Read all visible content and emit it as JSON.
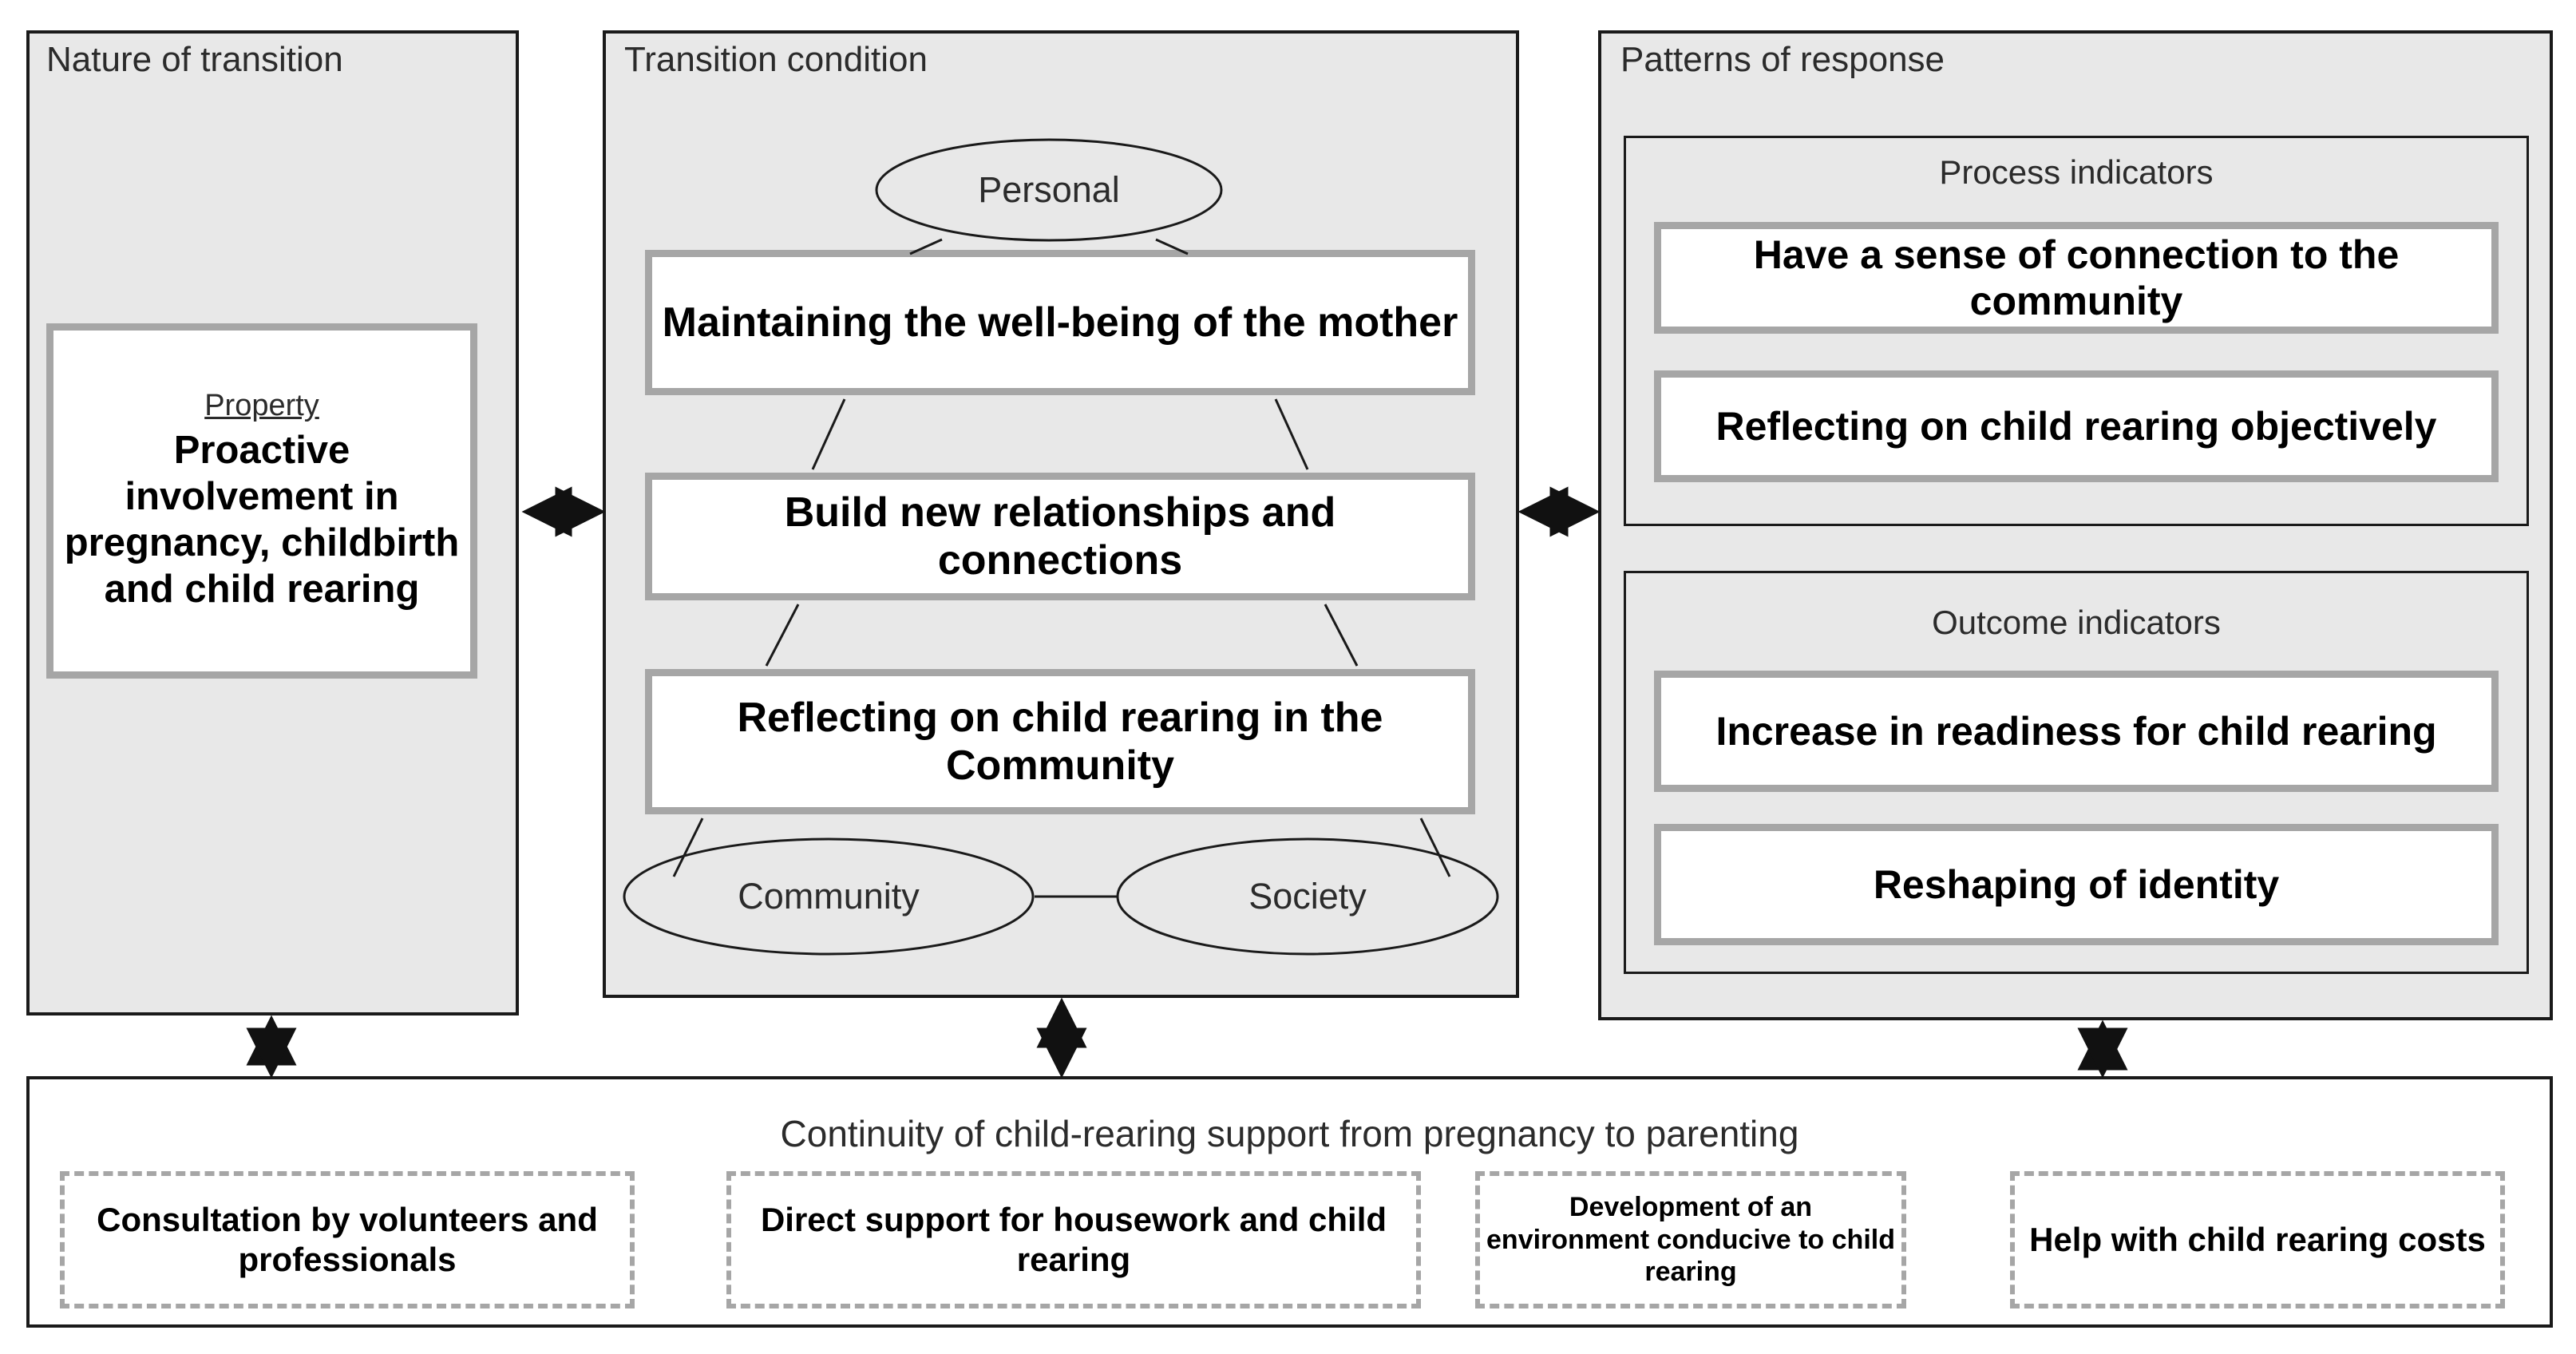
{
  "panels": {
    "nature": {
      "title": "Nature of transition",
      "property_label": "Property",
      "property_text": "Proactive involvement in pregnancy, childbirth and child rearing"
    },
    "transition": {
      "title": "Transition condition",
      "ellipse_top": "Personal",
      "ellipse_bottom_left": "Community",
      "ellipse_bottom_right": "Society",
      "boxes": [
        "Maintaining the well-being of the mother",
        "Build new relationships and connections",
        "Reflecting on child rearing in the Community"
      ]
    },
    "response": {
      "title": "Patterns of response",
      "groups": [
        {
          "title": "Process indicators",
          "items": [
            "Have a sense of connection to the community",
            "Reflecting on child rearing objectively"
          ]
        },
        {
          "title": "Outcome indicators",
          "items": [
            "Increase in readiness for child rearing",
            "Reshaping of identity"
          ]
        }
      ]
    }
  },
  "bottom": {
    "title": "Continuity of child-rearing support from pregnancy to parenting",
    "items": [
      "Consultation by volunteers and professionals",
      "Direct support for housework and child rearing",
      "Development of an environment conducive to child rearing",
      "Help with child rearing costs"
    ]
  },
  "colors": {
    "panel_fill": "#e8e8e8",
    "panel_border": "#1a1a1a",
    "concept_border": "#a6a6a6",
    "concept_fill": "#ffffff",
    "dashed_border": "#a6a6a6",
    "text": "#000000",
    "title_text": "#2b2b2b"
  }
}
